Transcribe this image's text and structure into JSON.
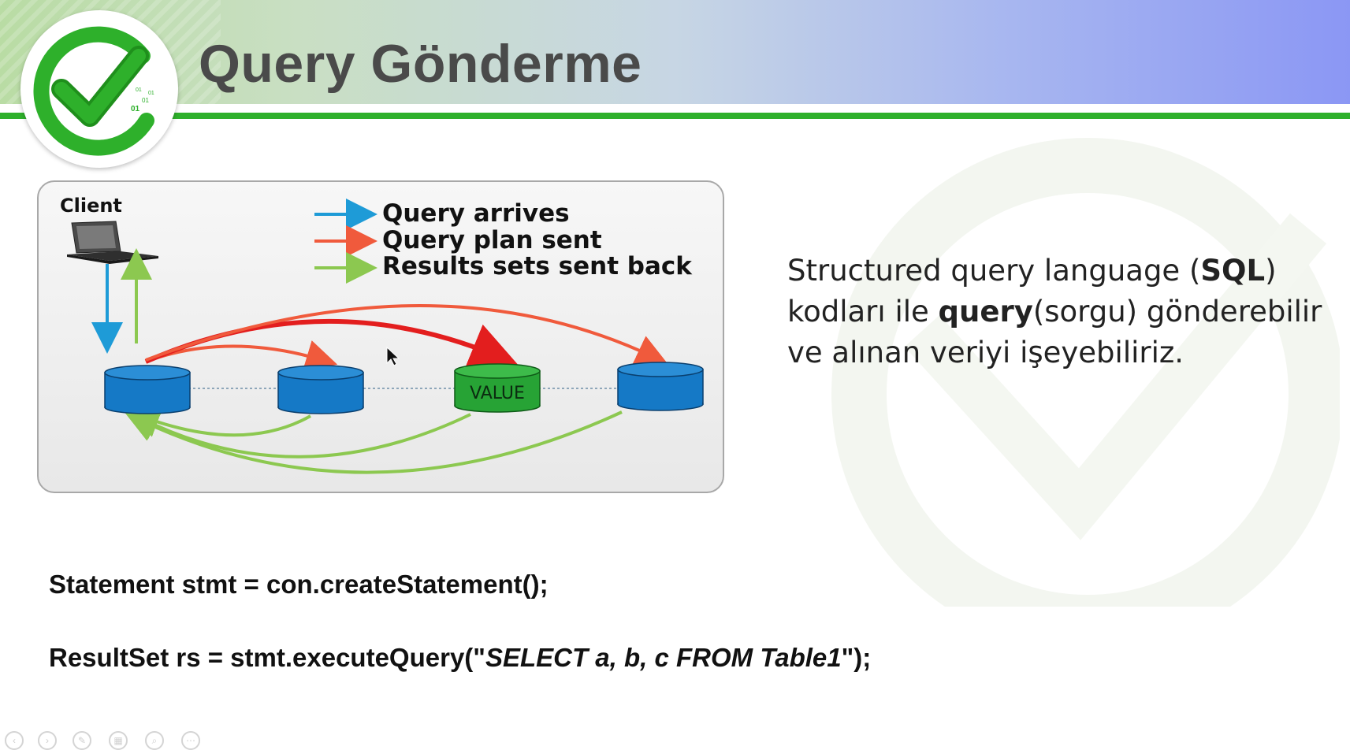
{
  "slide": {
    "title": "Query Gönderme"
  },
  "logo": {
    "icon": "checkmark-logo-icon",
    "binary": [
      "01",
      "01",
      "01",
      "01"
    ],
    "colors": {
      "green": "#2eb02b",
      "dark": "#1f8f1c"
    }
  },
  "diagram": {
    "client_label": "Client",
    "legend": [
      {
        "label": "Query arrives",
        "color": "#1e9bd7"
      },
      {
        "label": "Query  plan sent",
        "color": "#f05a3c"
      },
      {
        "label": "Results sets sent back",
        "color": "#8cc850"
      }
    ],
    "nodes": [
      {
        "label": "",
        "color": "#1579c6"
      },
      {
        "label": "",
        "color": "#1579c6"
      },
      {
        "label": "VALUE",
        "color": "#27a335"
      },
      {
        "label": "",
        "color": "#1579c6"
      }
    ]
  },
  "description": {
    "line1_pre": "Structured query language (",
    "line1_bold": "SQL",
    "line1_post": ")",
    "line2_pre": "kodları ile ",
    "line2_bold": "query",
    "line2_post": "(sorgu) gönderebilir",
    "line3": "ve  alınan veriyi işeyebiliriz."
  },
  "code": {
    "line1": "Statement stmt = con.createStatement();",
    "line2_pre": "ResultSet rs = stmt.executeQuery(\"",
    "line2_italic": "SELECT a, b, c FROM Table1",
    "line2_post": "\");"
  },
  "toolbar": {
    "icons": [
      "prev-icon",
      "next-icon",
      "pen-icon",
      "grid-icon",
      "zoom-icon",
      "more-icon"
    ]
  }
}
